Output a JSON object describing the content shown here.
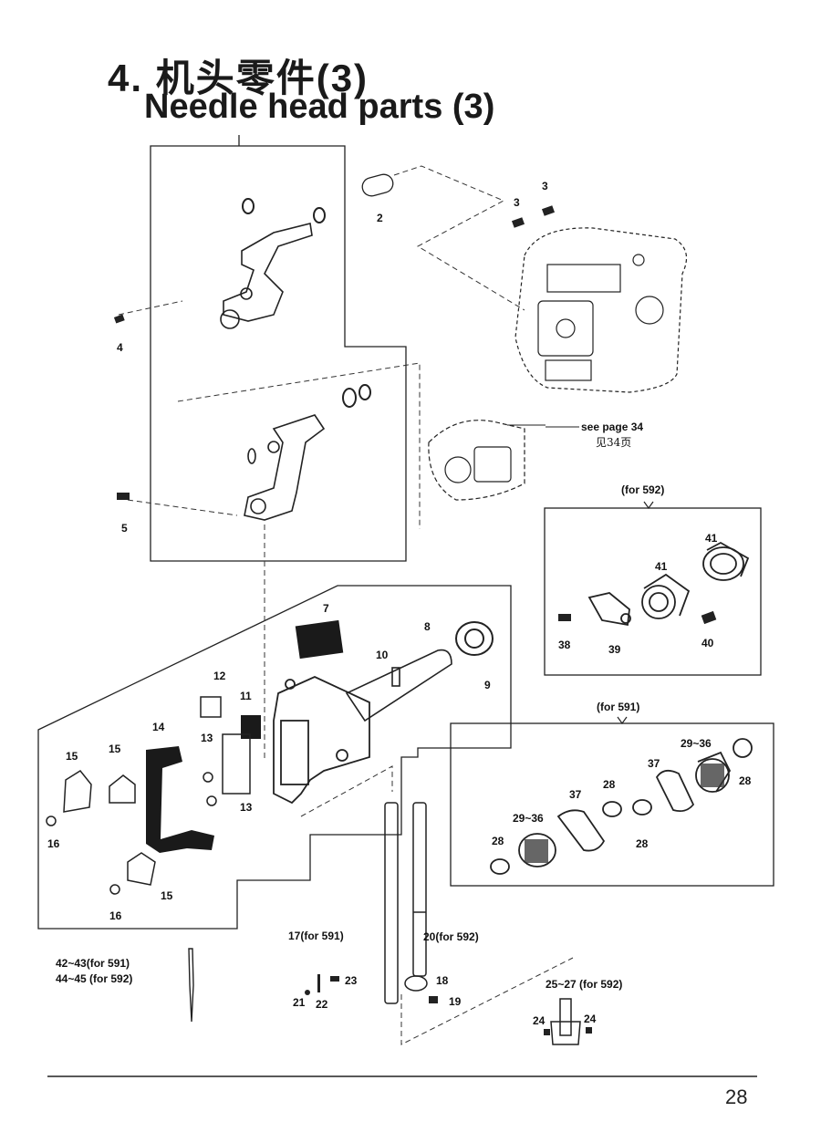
{
  "header": {
    "section_number": "4.",
    "title_cn": "机头零件(3)",
    "title_en": "Needle head parts (3)"
  },
  "reference_note": {
    "en": "see page 34",
    "cn": "见34页"
  },
  "groups": {
    "for_592": "(for 592)",
    "for_591": "(for 591)"
  },
  "part_labels": [
    {
      "id": "p2",
      "text": "2"
    },
    {
      "id": "p3a",
      "text": "3"
    },
    {
      "id": "p3b",
      "text": "3"
    },
    {
      "id": "p4",
      "text": "4"
    },
    {
      "id": "p5",
      "text": "5"
    },
    {
      "id": "p7",
      "text": "7"
    },
    {
      "id": "p8",
      "text": "8"
    },
    {
      "id": "p9",
      "text": "9"
    },
    {
      "id": "p10",
      "text": "10"
    },
    {
      "id": "p11",
      "text": "11"
    },
    {
      "id": "p12",
      "text": "12"
    },
    {
      "id": "p13a",
      "text": "13"
    },
    {
      "id": "p13b",
      "text": "13"
    },
    {
      "id": "p14",
      "text": "14"
    },
    {
      "id": "p15a",
      "text": "15"
    },
    {
      "id": "p15b",
      "text": "15"
    },
    {
      "id": "p15c",
      "text": "15"
    },
    {
      "id": "p16a",
      "text": "16"
    },
    {
      "id": "p16b",
      "text": "16"
    },
    {
      "id": "p17",
      "text": "17(for 591)"
    },
    {
      "id": "p18",
      "text": "18"
    },
    {
      "id": "p19",
      "text": "19"
    },
    {
      "id": "p20",
      "text": "20(for 592)"
    },
    {
      "id": "p21",
      "text": "21"
    },
    {
      "id": "p22",
      "text": "22"
    },
    {
      "id": "p23",
      "text": "23"
    },
    {
      "id": "p24a",
      "text": "24"
    },
    {
      "id": "p24b",
      "text": "24"
    },
    {
      "id": "p2527",
      "text": "25~27 (for 592)"
    },
    {
      "id": "p28a",
      "text": "28"
    },
    {
      "id": "p28b",
      "text": "28"
    },
    {
      "id": "p28c",
      "text": "28"
    },
    {
      "id": "p28d",
      "text": "28"
    },
    {
      "id": "p2936a",
      "text": "29~36"
    },
    {
      "id": "p2936b",
      "text": "29~36"
    },
    {
      "id": "p37a",
      "text": "37"
    },
    {
      "id": "p37b",
      "text": "37"
    },
    {
      "id": "p38",
      "text": "38"
    },
    {
      "id": "p39",
      "text": "39"
    },
    {
      "id": "p40",
      "text": "40"
    },
    {
      "id": "p41a",
      "text": "41"
    },
    {
      "id": "p41b",
      "text": "41"
    },
    {
      "id": "p4243",
      "text": "42~43(for 591)"
    },
    {
      "id": "p4445",
      "text": "44~45 (for 592)"
    }
  ],
  "page_number": "28"
}
